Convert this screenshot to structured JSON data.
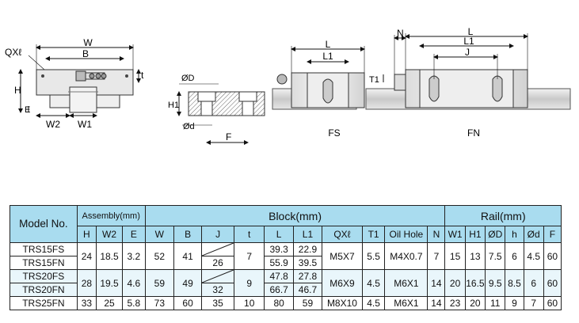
{
  "drawing": {
    "labels": {
      "qxl": "QXℓ",
      "w": "W",
      "b": "B",
      "h": "H",
      "e": "E",
      "w2": "W2",
      "w1": "W1",
      "t": "t",
      "od": "ØD",
      "h1": "H1",
      "od_small": "Ød",
      "f": "F",
      "l_fs": "L",
      "l1_fs": "L1",
      "fs": "FS",
      "n": "N",
      "t1": "T1",
      "l_fn": "L",
      "l1_fn": "L1",
      "j": "J",
      "fn": "FN"
    }
  },
  "table": {
    "group_headers": {
      "model": "Model No.",
      "assembly": "Assembly(mm)",
      "block": "Block(mm)",
      "rail": "Rail(mm)"
    },
    "columns": [
      "H",
      "W2",
      "E",
      "W",
      "B",
      "J",
      "t",
      "L",
      "L1",
      "QXℓ",
      "T1",
      "Oil Hole",
      "N",
      "W1",
      "H1",
      "ØD",
      "h",
      "Ød",
      "F"
    ],
    "rows": [
      {
        "models": [
          "TRS15FS",
          "TRS15FN"
        ],
        "H": "24",
        "W2": "18.5",
        "E": "3.2",
        "W": "52",
        "B": "41",
        "J": "26",
        "t": "7",
        "L": [
          "39.3",
          "55.9"
        ],
        "L1": [
          "22.9",
          "39.5"
        ],
        "QXl": "M5X7",
        "T1": "5.5",
        "oil": "M4X0.7",
        "N": "7",
        "W1": "15",
        "H1": "13",
        "OD": "7.5",
        "h": "6",
        "Od": "4.5",
        "F": "60"
      },
      {
        "models": [
          "TRS20FS",
          "TRS20FN"
        ],
        "H": "28",
        "W2": "19.5",
        "E": "4.6",
        "W": "59",
        "B": "49",
        "J": "32",
        "t": "9",
        "L": [
          "47.8",
          "66.7"
        ],
        "L1": [
          "27.8",
          "46.7"
        ],
        "QXl": "M6X9",
        "T1": "4.5",
        "oil": "M6X1",
        "N": "14",
        "W1": "20",
        "H1": "16.5",
        "OD": "9.5",
        "h": "8.5",
        "Od": "6",
        "F": "60"
      },
      {
        "models": [
          "TRS25FN"
        ],
        "H": "33",
        "W2": "25",
        "E": "5.8",
        "W": "73",
        "B": "60",
        "J": "35",
        "t": "10",
        "L": [
          "80"
        ],
        "L1": [
          "59"
        ],
        "QXl": "M8X10",
        "T1": "4.5",
        "oil": "M6X1",
        "N": "14",
        "W1": "23",
        "H1": "20",
        "OD": "11",
        "h": "9",
        "Od": "7",
        "F": "60"
      }
    ]
  }
}
